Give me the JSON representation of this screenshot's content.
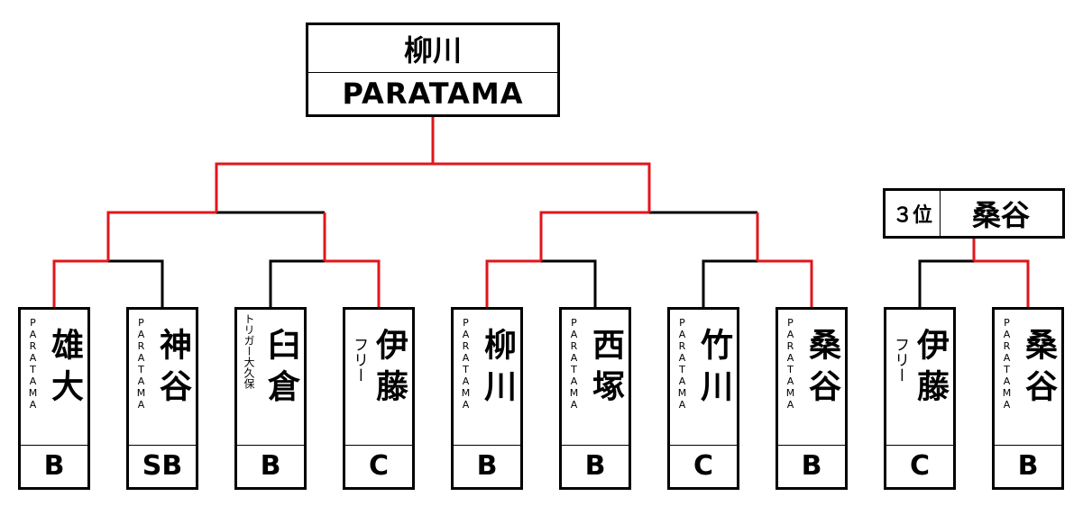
{
  "winner": {
    "name": "柳川",
    "team": "PARATAMA"
  },
  "third_place": {
    "label": "３位",
    "name": "桑谷"
  },
  "players": [
    {
      "affiliation": "PARATAMA",
      "name": "雄大",
      "grade": "B"
    },
    {
      "affiliation": "PARATAMA",
      "name": "神谷",
      "grade": "SB"
    },
    {
      "affiliation": "トリガー大久保",
      "name": "臼倉",
      "grade": "B"
    },
    {
      "affiliation": "フリー",
      "name": "伊藤",
      "grade": "C"
    },
    {
      "affiliation": "PARATAMA",
      "name": "柳川",
      "grade": "B"
    },
    {
      "affiliation": "PARATAMA",
      "name": "西塚",
      "grade": "B"
    },
    {
      "affiliation": "PARATAMA",
      "name": "竹川",
      "grade": "C"
    },
    {
      "affiliation": "PARATAMA",
      "name": "桑谷",
      "grade": "B"
    },
    {
      "affiliation": "フリー",
      "name": "伊藤",
      "grade": "C"
    },
    {
      "affiliation": "PARATAMA",
      "name": "桑谷",
      "grade": "B"
    }
  ],
  "colors": {
    "winner_line": "#e0161b",
    "line": "#000000"
  }
}
